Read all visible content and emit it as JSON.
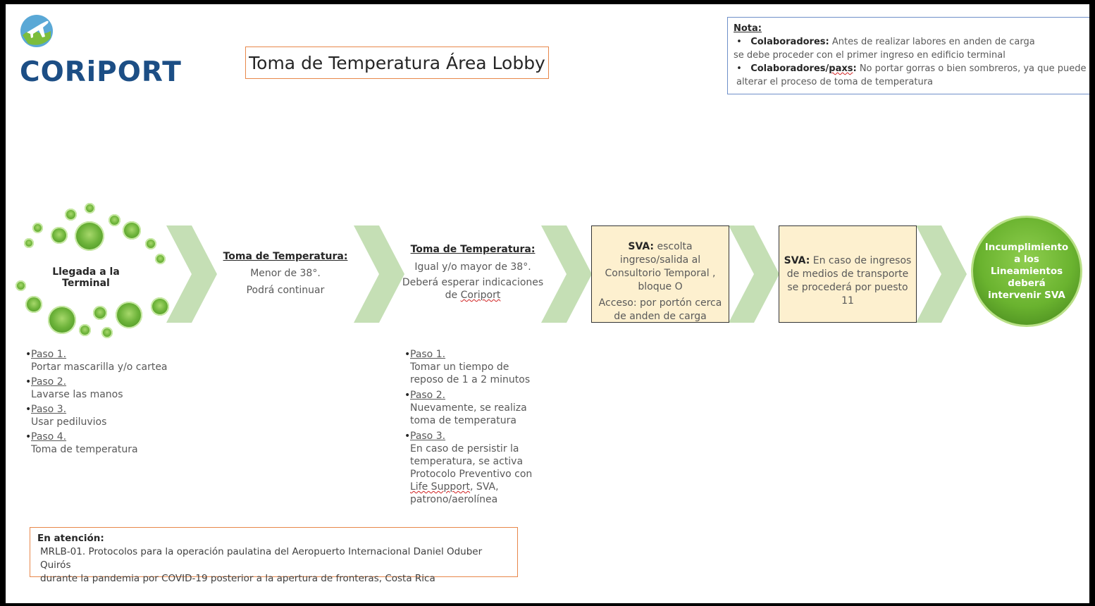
{
  "logo": {
    "text": "CORiPORT"
  },
  "title": "Toma de Temperatura Área Lobby",
  "note": {
    "heading": "Nota:",
    "items": [
      {
        "label": "Colaboradores:",
        "line1": "Antes de realizar labores en anden de carga",
        "line2": "se debe proceder con el primer ingreso en edificio terminal"
      },
      {
        "label_a": "Colaboradores/",
        "label_b": "paxs",
        "label_c": ":",
        "line1": "No portar gorras o bien sombreros, ya que puede",
        "line2": "alterar el proceso de toma de temperatura"
      }
    ]
  },
  "arrival": {
    "label": "Llegada a la Terminal"
  },
  "step_low": {
    "title": "Toma de Temperatura:",
    "line1": "Menor de 38°.",
    "line2": "Podrá continuar"
  },
  "step_high": {
    "title": "Toma de Temperatura:",
    "line1": "Igual y/o mayor de 38°.",
    "line2": "Deberá esperar indicaciones",
    "line3a": "de ",
    "line3b": "Coriport"
  },
  "sva_box1": {
    "label": "SVA:",
    "text": "escolta ingreso/salida al Consultorio Temporal , bloque O",
    "access": "Acceso: por portón cerca de anden de carga"
  },
  "sva_box2": {
    "label": "SVA:",
    "text": "En caso de ingresos de medios de transporte se procederá por puesto 11"
  },
  "final_circle": {
    "text": "Incumplimiento a los Lineamientos deberá intervenir SVA"
  },
  "steps_left": [
    {
      "label": "Paso 1.",
      "desc": "Portar mascarilla y/o cartea"
    },
    {
      "label": "Paso 2.",
      "desc": "Lavarse las manos"
    },
    {
      "label": "Paso 3.",
      "desc": "Usar pediluvios"
    },
    {
      "label": "Paso 4.",
      "desc": "Toma de temperatura"
    }
  ],
  "steps_right": [
    {
      "label": "Paso 1.",
      "desc": "Tomar un tiempo de\nreposo de 1 a 2 minutos"
    },
    {
      "label": "Paso 2.",
      "desc": "Nuevamente, se realiza\ntoma de temperatura"
    },
    {
      "label": "Paso 3.",
      "desc_a": "En caso de persistir la\ntemperatura, se activa\nProtocolo Preventivo con\n",
      "desc_b": "Life Support",
      "desc_c": ", SVA,\npatrono/aerolínea"
    }
  ],
  "attention": {
    "heading": "En atención:",
    "line1": "MRLB-01. Protocolos para la operación paulatina del Aeropuerto Internacional Daniel Oduber Quirós",
    "line2": "durante la pandemia por COVID-19 posterior a la apertura de fronteras, Costa Rica"
  },
  "colors": {
    "chevron": "#c5dfb5",
    "bubble_green": "#6db33a",
    "orange_fill": "#fdf0cf",
    "title_border": "#e8874a",
    "note_border": "#6e8fc9",
    "logo_blue": "#1c4e85",
    "final_green": "#6ab32f"
  },
  "icons": {
    "logo": "airplane-globe-icon"
  }
}
